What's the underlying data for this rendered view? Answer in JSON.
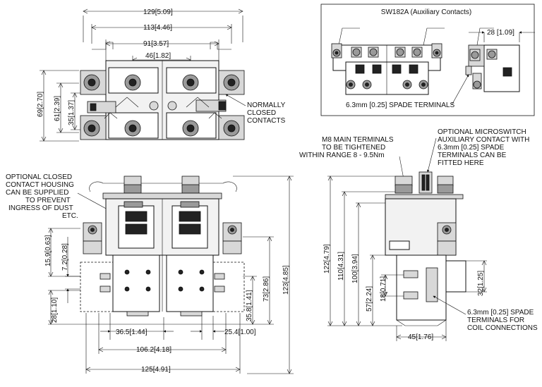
{
  "inset": {
    "title": "SW182A (Auxiliary Contacts)",
    "dim_width": "28",
    "dim_width_in": "1.09",
    "label_spade": "6.3mm [0.25] SPADE TERMINALS"
  },
  "top_view": {
    "dims": [
      {
        "mm": "129",
        "in": "5.09"
      },
      {
        "mm": "113",
        "in": "4.46"
      },
      {
        "mm": "91",
        "in": "3.57"
      },
      {
        "mm": "46",
        "in": "1.82"
      }
    ],
    "vdims": [
      {
        "mm": "69",
        "in": "2.70"
      },
      {
        "mm": "61",
        "in": "2.39"
      },
      {
        "mm": "35",
        "in": "1.37"
      }
    ],
    "note_nc": [
      "NORMALLY",
      "CLOSED",
      "CONTACTS"
    ]
  },
  "front_view": {
    "note_housing": [
      "OPTIONAL CLOSED",
      "CONTACT HOUSING",
      "CAN BE SUPPLIED",
      "TO PREVENT",
      "INGRESS OF DUST",
      "ETC."
    ],
    "vdims_left": [
      {
        "mm": "15.9",
        "in": "0.63"
      },
      {
        "mm": "7.2",
        "in": "0.28"
      },
      {
        "mm": "28",
        "in": "1.10"
      }
    ],
    "vdims_right": [
      {
        "mm": "123",
        "in": "4.85"
      },
      {
        "mm": "73",
        "in": "2.86"
      },
      {
        "mm": "35.8",
        "in": "1.41"
      }
    ],
    "dim_36": {
      "mm": "36.5",
      "in": "1.44"
    },
    "dim_25": {
      "mm": "25.4",
      "in": "1.00"
    },
    "dim_106": {
      "mm": "106.2",
      "in": "4.18"
    },
    "dim_125": {
      "mm": "125",
      "in": "4.91"
    }
  },
  "side_view": {
    "note_m8": [
      "M8 MAIN TERMINALS",
      "TO BE TIGHTENED",
      "WITHIN RANGE 8 - 9.5Nm"
    ],
    "note_micro": [
      "OPTIONAL MICROSWITCH",
      "AUXILIARY CONTACT WITH",
      "6.3mm [0.25] SPADE",
      "TERMINALS CAN BE",
      "FITTED HERE"
    ],
    "vdims_left": [
      {
        "mm": "122",
        "in": "4.79"
      },
      {
        "mm": "110",
        "in": "4.31"
      },
      {
        "mm": "100",
        "in": "3.94"
      },
      {
        "mm": "57",
        "in": "2.24"
      },
      {
        "mm": "18",
        "in": "0.71"
      }
    ],
    "vdim_right": {
      "mm": "32",
      "in": "1.25"
    },
    "dim_45": {
      "mm": "45",
      "in": "1.76"
    },
    "note_coil": [
      "6.3mm [0.25] SPADE",
      "TERMINALS FOR",
      "COIL CONNECTIONS"
    ]
  }
}
